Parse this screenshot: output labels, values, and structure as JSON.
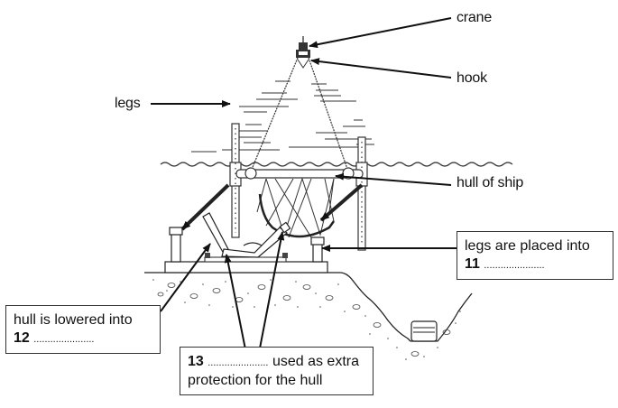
{
  "diagram": {
    "title": "Floating dock ship-lifting process",
    "labels": {
      "crane": "crane",
      "hook": "hook",
      "legs": "legs",
      "hull": "hull of ship"
    },
    "boxes": {
      "q11": {
        "text": "legs are placed into",
        "number": "11",
        "blank": "......................"
      },
      "q12": {
        "text": "hull is lowered into",
        "number": "12",
        "blank": "......................"
      },
      "q13": {
        "number": "13",
        "blank": "......................",
        "text_after": " used as extra",
        "text_line2": "protection for the  hull"
      }
    }
  }
}
